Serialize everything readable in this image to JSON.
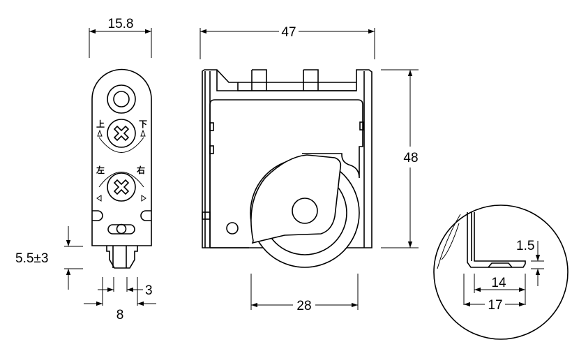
{
  "side_view": {
    "width_label": "15.8",
    "height_adjust_label": "5.5±3",
    "inner_width_label": "3",
    "outer_width_label": "8",
    "marks": {
      "up": "上",
      "down": "下",
      "left": "左",
      "right": "右"
    }
  },
  "front_view": {
    "width_label": "47",
    "height_label": "48",
    "wheel_span_label": "28"
  },
  "detail_view": {
    "thickness_label": "1.5",
    "inner_length_label": "14",
    "outer_length_label": "17"
  }
}
